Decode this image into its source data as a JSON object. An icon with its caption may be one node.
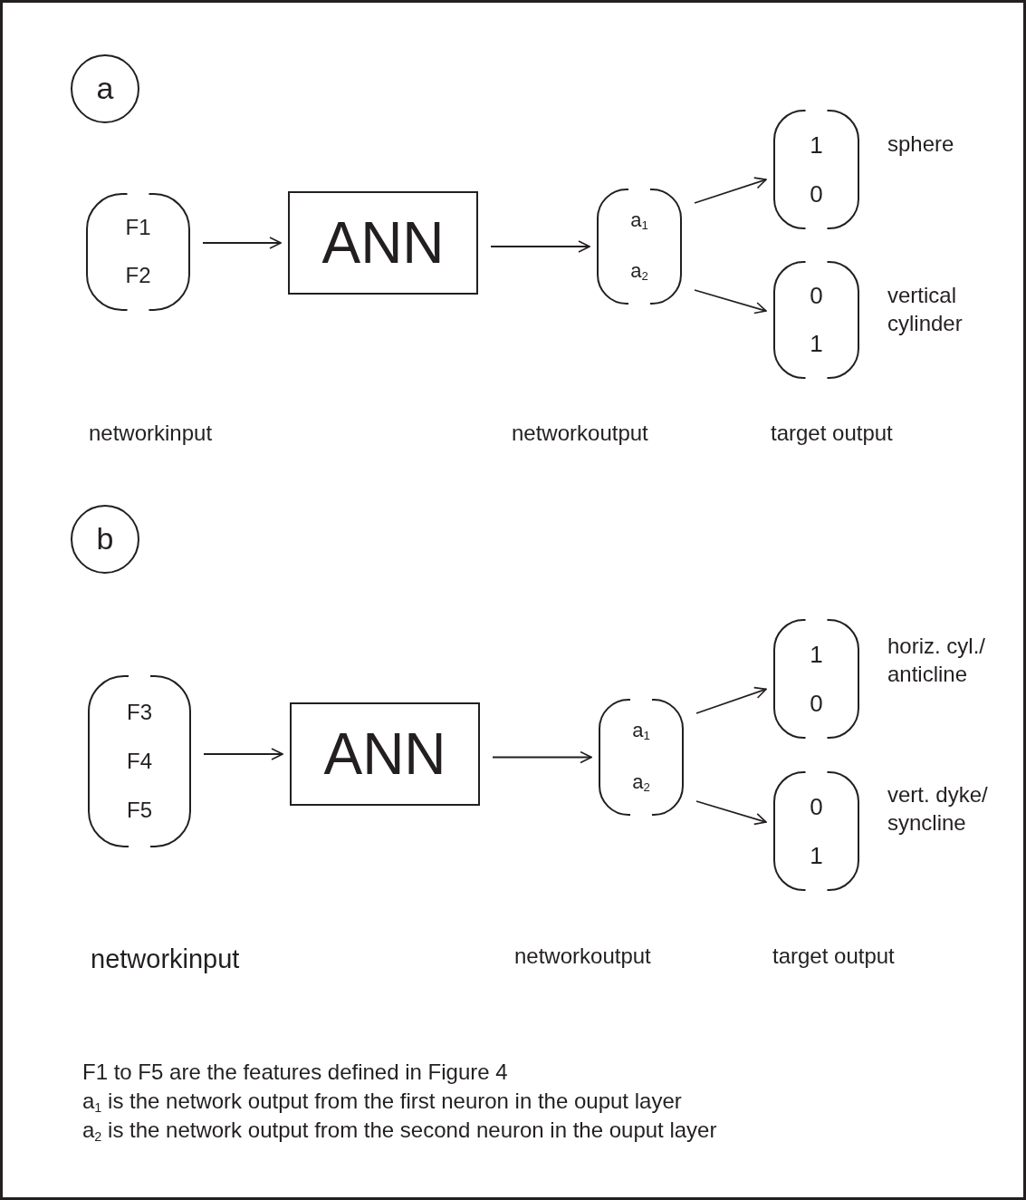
{
  "diagram": {
    "nodes": [
      {
        "text": [
          "a"
        ]
      },
      {
        "text": [
          "F1",
          "F2"
        ]
      },
      {
        "text": [
          "ANN"
        ]
      },
      {
        "text": [
          "a$_{1}$",
          "a$_{2}$"
        ]
      },
      {
        "text": [
          "1",
          "0"
        ],
        "beside": [
          "sphere"
        ]
      },
      {
        "text": [
          "0",
          "1"
        ],
        "beside": [
          "vertical cylinder"
        ]
      },
      {
        "text": [
          "b"
        ]
      },
      {
        "text": [
          "F3",
          "F4",
          "F5"
        ]
      },
      {
        "text": [
          "ANN"
        ]
      },
      {
        "text": [
          "a$_{1}$",
          "a$_{2}$"
        ]
      },
      {
        "text": [
          "1",
          "0"
        ],
        "beside": [
          "horiz. cyl./ anticline"
        ]
      },
      {
        "text": [
          "0",
          "1"
        ],
        "beside": [
          "vert. dyke/ syncline"
        ]
      }
    ],
    "edges": [
      {
        "from": 1,
        "to": 2,
        "arrow": "to"
      },
      {
        "from": 2,
        "to": 3,
        "arrow": "to"
      },
      {
        "from": 3,
        "to": 4,
        "arrow": "to"
      },
      {
        "from": 3,
        "to": 5,
        "arrow": "to"
      },
      {
        "from": 7,
        "to": 8,
        "arrow": "to"
      },
      {
        "from": 8,
        "to": 9,
        "arrow": "to"
      },
      {
        "from": 9,
        "to": 10,
        "arrow": "to"
      },
      {
        "from": 9,
        "to": 11,
        "arrow": "to"
      }
    ],
    "labels": [
      "networkinput",
      "networkoutput",
      "target output",
      "networkinput",
      "networkoutput",
      "target output",
      "F1 to F5 are the features defined in Figure 4",
      "a$_{1}$ is the network output from the first neuron in the ouput layer",
      "a$_{2}$ is the network output from the second neuron in the ouput layer"
    ]
  }
}
